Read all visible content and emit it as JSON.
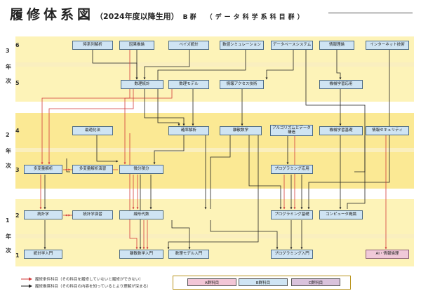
{
  "title": {
    "main": "履修体系図",
    "year": "（2024年度以降生用）",
    "group": "B 群",
    "sub": "（データ科学系科目群）"
  },
  "years": {
    "y3": [
      "3",
      "年",
      "次"
    ],
    "y2": [
      "2",
      "年",
      "次"
    ],
    "y1": [
      "1",
      "年",
      "次"
    ]
  },
  "semesters": [
    "6",
    "5",
    "4",
    "3",
    "2",
    "1"
  ],
  "courses": {
    "jikeiretsu": "時系列解析",
    "ingasuiron": "因果推論",
    "bayes": "ベイズ統計",
    "simulation": "数値シミュレーション",
    "database": "データベースシステム",
    "joho_riron": "情報理論",
    "internet": "インターネット技術",
    "suri_tokei": "数理統計",
    "suri_model": "数理モデル",
    "joho_access": "情報アクセス技術",
    "ml_applied": "機械学習応用",
    "saitekika": "最適化法",
    "kakuritsu": "確率解析",
    "risan": "離散数学",
    "algorithm": "アルゴリズムとデータ構造",
    "ml_basic": "機械学習基礎",
    "security": "情報セキュリティ",
    "tahenryo": "多変量解析",
    "tahenryo_ex": "多変量解析演習",
    "bibun": "微分積分",
    "prog_applied": "プログラミング応用",
    "tokeigaku": "統計学",
    "tokeigaku_ex": "統計学演習",
    "senkei": "線形代数",
    "prog_basic": "プログラミング基礎",
    "computer": "コンピュータ概論",
    "tokei_intro": "統計学入門",
    "risan_intro": "離散数学入門",
    "suri_model_intro": "数理モデル入門",
    "prog_intro": "プログラミング入門",
    "ai_ethics": "AI・情報倫理"
  },
  "legend": {
    "prereq": "履修条件科目（その科目を履修していないと履修ができない）",
    "recommended": "履修推奨科目（その科目の内容を知っているとより理解が深まる）",
    "a_group": "A群科目",
    "b_group": "B群科目",
    "c_group": "C群科目"
  },
  "colors": {
    "a_group": "#f2c6d6",
    "b_group": "#cfe4f3",
    "c_group": "#d9c2dc",
    "prereq_arrow": "#d23a3a",
    "recommended_arrow": "#222222",
    "band_light": "#fdf3b8",
    "band_dark": "#fbe994"
  }
}
